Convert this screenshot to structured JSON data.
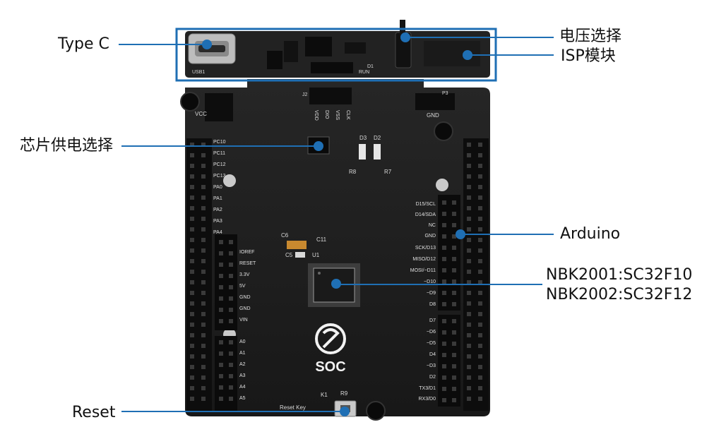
{
  "callouts": {
    "type_c": "Type C",
    "voltage_select": "电压选择",
    "isp_module": "ISP模块",
    "chip_power_select": "芯片供电选择",
    "arduino": "Arduino",
    "mcu_line1": "NBK2001:SC32F10",
    "mcu_line2": "NBK2002:SC32F12",
    "reset": "Reset"
  },
  "board": {
    "logo_text": "SOC",
    "reset_key_label": "Reset Key",
    "k1": "K1",
    "r9": "R9",
    "j2": "J2",
    "p3": "P3",
    "gnd_top": "GND",
    "vcc": "VCC",
    "usb1": "USB1",
    "run": "RUN",
    "d1": "D1",
    "d2": "D2",
    "d3": "D3",
    "r7": "R7",
    "r8": "R8",
    "c6": "C6",
    "c5": "C5",
    "c11": "C11",
    "u1": "U1",
    "j2_pins": [
      "VDD",
      "DIO",
      "VSS",
      "CLK"
    ],
    "power_header": [
      "IOREF",
      "RESET",
      "3.3V",
      "5V",
      "GND",
      "GND",
      "VIN"
    ],
    "analog_header": [
      "A0",
      "A1",
      "A2",
      "A3",
      "A4",
      "A5"
    ],
    "left_io": [
      "PC10",
      "PC11",
      "PC12",
      "PC13",
      "PA0",
      "PA1",
      "PA2",
      "PA3",
      "PA4"
    ],
    "digital_header_high": [
      "D15/SCL",
      "D14/SDA",
      "NC",
      "GND",
      "SCK/D13",
      "MISO/D12",
      "MOSI/~D11",
      "~D10",
      "~D9",
      "D8"
    ],
    "digital_header_low": [
      "D7",
      "~D6",
      "~D5",
      "D4",
      "~D3",
      "D2",
      "TX3/D1",
      "RX3/D0"
    ]
  },
  "colors": {
    "accent": "#1f6fb4",
    "pcb": "#1d1d1d",
    "header": "#0e0e0e",
    "silk": "#d9d9d9"
  }
}
